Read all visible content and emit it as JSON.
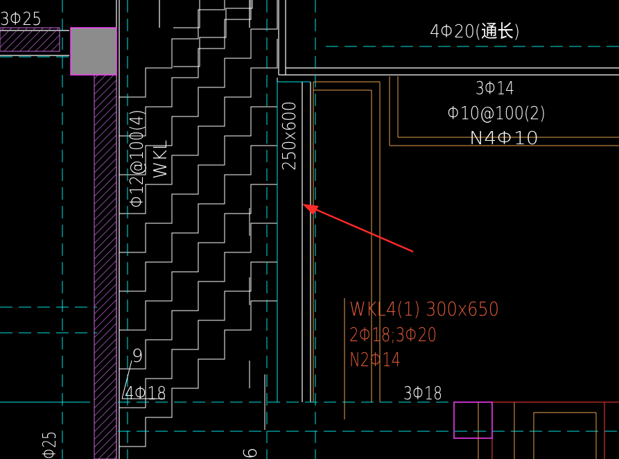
{
  "drawing": {
    "colors": {
      "background": "#000000",
      "white_lines": "#ffffff",
      "cyan": "#00e5e5",
      "orange": "#e6a24c",
      "purple": "#c86bdc",
      "red_text": "#e05a3a",
      "red_arrow": "#ff2a2a",
      "gray_fill": "#8c8c8c",
      "magenta": "#ff40ff"
    },
    "labels": {
      "top_left_rebar": "3Φ25",
      "top_beam_rebar": "4Φ20(通长)",
      "right_top_rebar": "3Φ14",
      "right_stirrup": "Φ10@100(2)",
      "right_side_bars": "N4Φ10",
      "vertical_stirrup": "Φ12@100(4)",
      "vertical_beam_type": "WKL",
      "section_size": "250x600",
      "beam_name": "WKL4(1) 300x650",
      "beam_rebar": "2Φ18;3Φ20",
      "beam_side_bars": "N2Φ14",
      "leader_note": "9",
      "left_bottom_rebar": "4Φ18",
      "bottom_right_rebar": "3Φ18",
      "bottom_left_rebar": "Φ25",
      "bottom_mid_note": "6"
    },
    "annotation": {
      "arrow": "red-pointer-arrow"
    }
  }
}
